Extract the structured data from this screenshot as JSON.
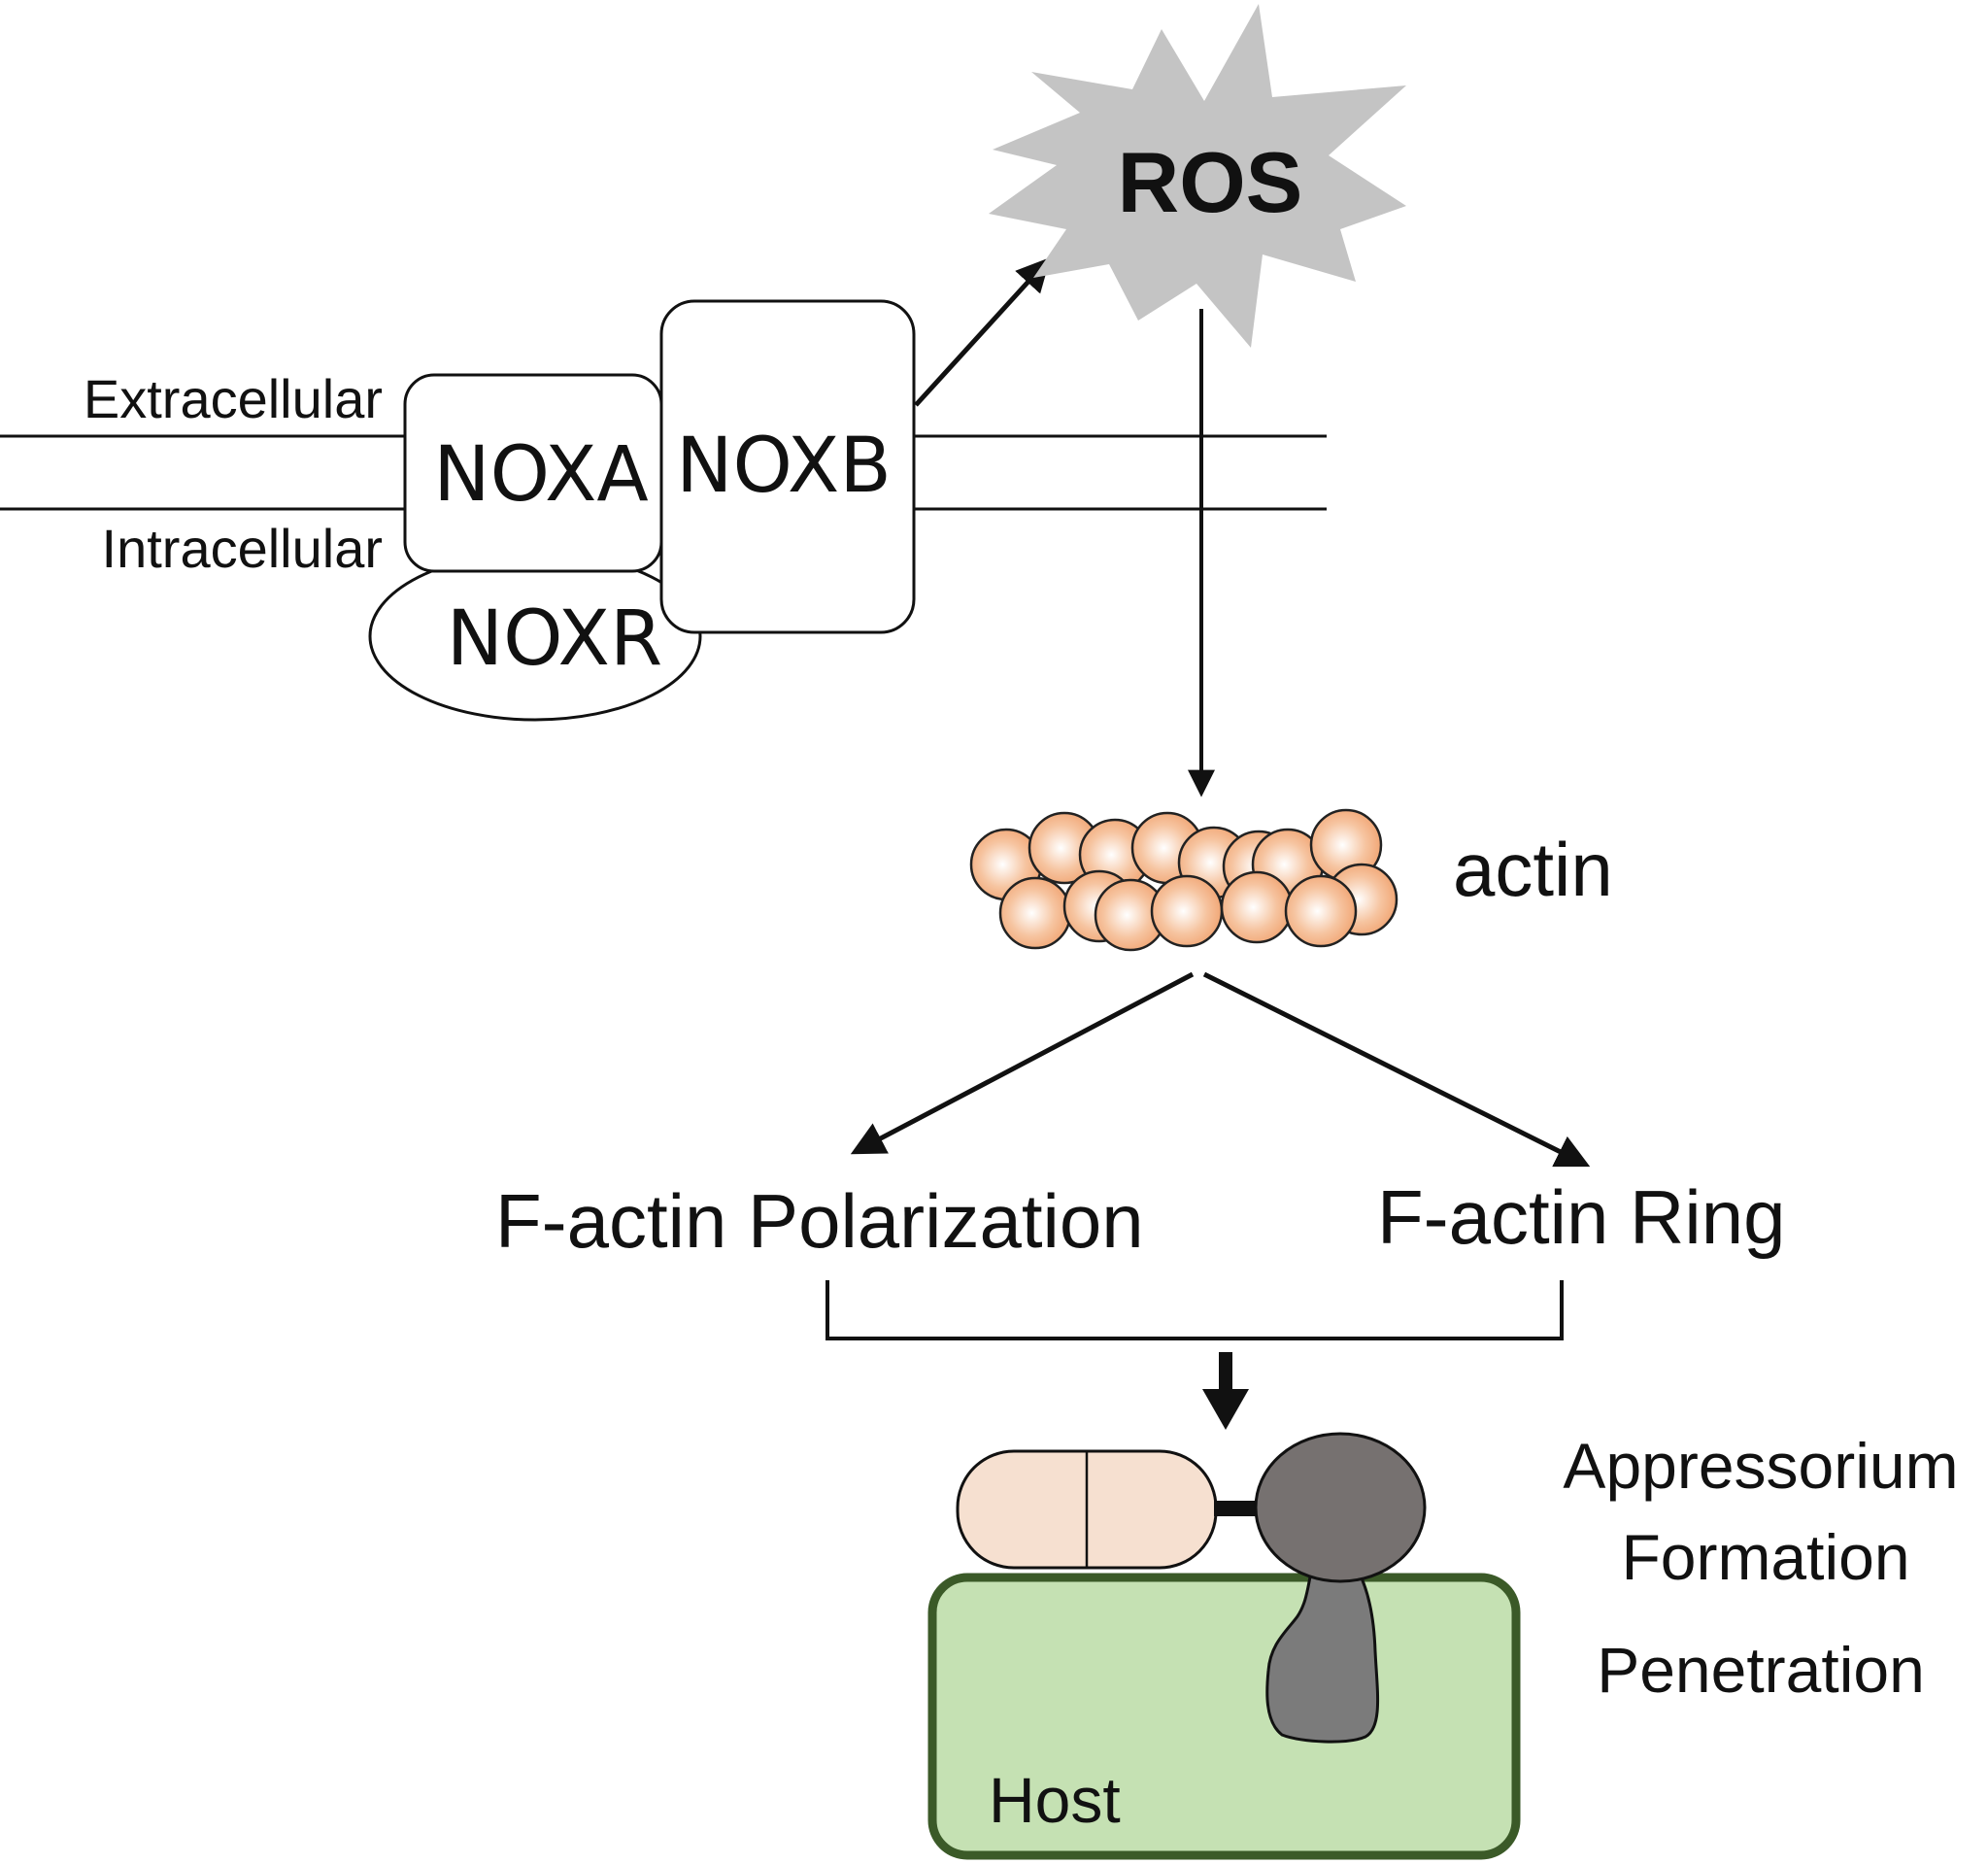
{
  "membrane": {
    "extracellular": "Extracellular",
    "intracellular": "Intracellular"
  },
  "proteins": {
    "noxa": "NOXA",
    "noxb": "NOXB",
    "noxr": "NOXR"
  },
  "ros_label": "ROS",
  "actin_label": "actin",
  "outcomes": {
    "polarization": "F-actin Polarization",
    "ring": "F-actin Ring"
  },
  "result": {
    "appressorium_line1": "Appressorium",
    "appressorium_line2": "Formation",
    "penetration": "Penetration",
    "host": "Host"
  },
  "colors": {
    "ros_fill": "#c4c4c4",
    "actin_fill": "#f2a878",
    "spore_fill": "#f6e0d0",
    "appressorium_fill": "#767170",
    "peg_fill": "#7b7b7b",
    "host_fill": "#c5e1b3",
    "host_border": "#3b5a28"
  }
}
